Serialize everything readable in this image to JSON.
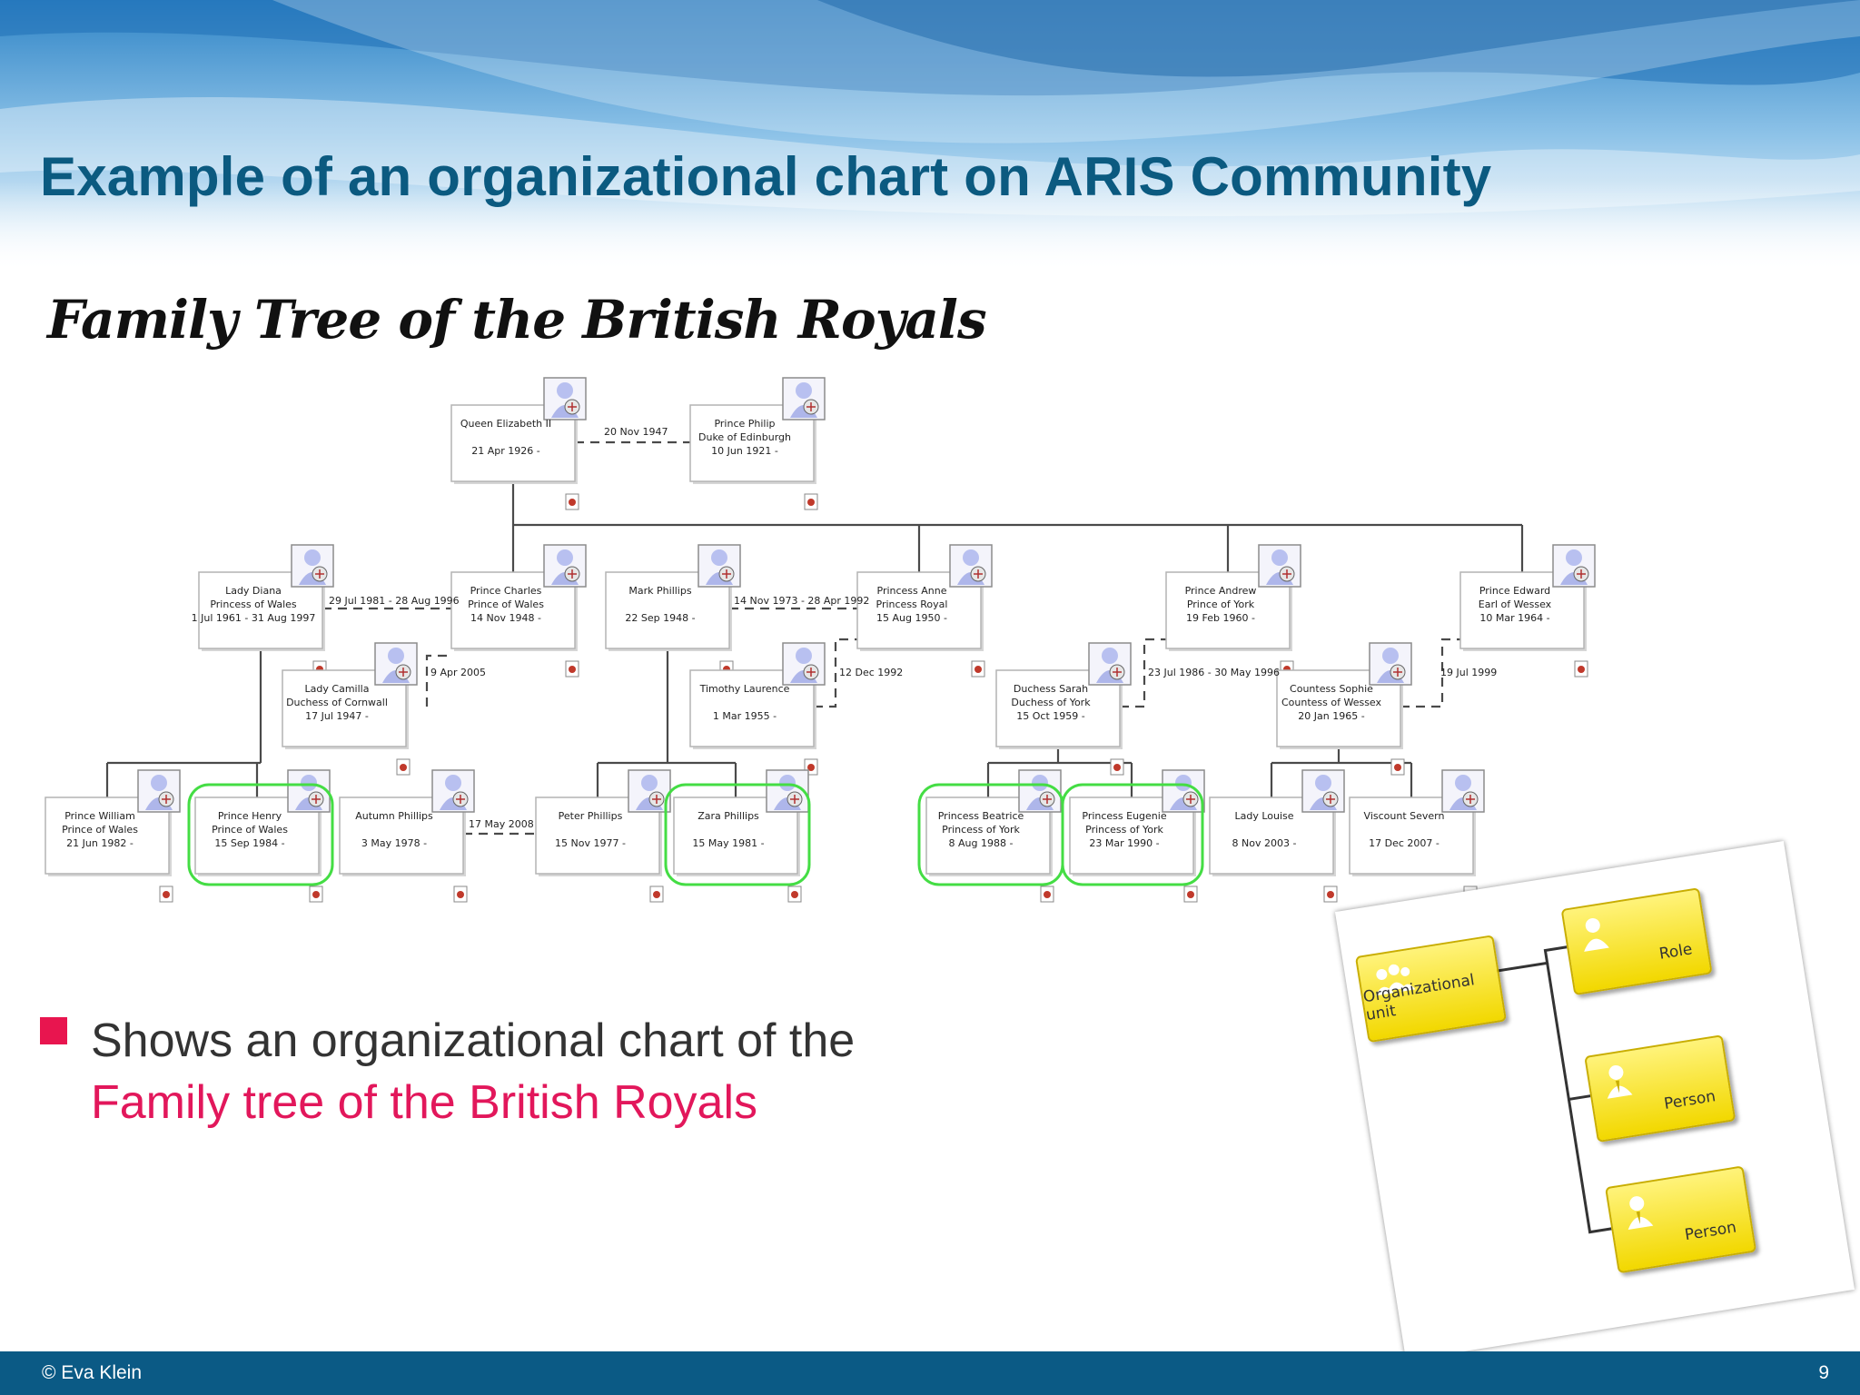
{
  "slide": {
    "title": "Example of an organizational chart on ARIS Community",
    "tree_title": "Family Tree of the British Royals",
    "bullet_line1": "Shows an organizational chart of the",
    "bullet_line2": "Family tree of the British Royals"
  },
  "colors": {
    "title": "#0b5a80",
    "bullet_accent": "#e8154f",
    "highlight": "#44dd44",
    "footer": "#0b5a85"
  },
  "tree": {
    "nodes": [
      {
        "id": "elizabeth",
        "lines": [
          "Queen Elizabeth II",
          "",
          "21 Apr 1926 -"
        ]
      },
      {
        "id": "philip",
        "lines": [
          "Prince Philip",
          "Duke of Edinburgh",
          "10 Jun 1921 -"
        ]
      },
      {
        "id": "diana",
        "lines": [
          "Lady Diana",
          "Princess of Wales",
          "1 Jul 1961 - 31 Aug 1997"
        ]
      },
      {
        "id": "charles",
        "lines": [
          "Prince Charles",
          "Prince of Wales",
          "14 Nov 1948 -"
        ]
      },
      {
        "id": "mark",
        "lines": [
          "Mark Phillips",
          "",
          "22 Sep 1948 -"
        ]
      },
      {
        "id": "anne",
        "lines": [
          "Princess Anne",
          "Princess Royal",
          "15 Aug 1950 -"
        ]
      },
      {
        "id": "andrew",
        "lines": [
          "Prince Andrew",
          "Prince of York",
          "19 Feb 1960 -"
        ]
      },
      {
        "id": "edward",
        "lines": [
          "Prince Edward",
          "Earl of Wessex",
          "10 Mar 1964 -"
        ]
      },
      {
        "id": "camilla",
        "lines": [
          "Lady Camilla",
          "Duchess of Cornwall",
          "17 Jul 1947 -"
        ]
      },
      {
        "id": "timothy",
        "lines": [
          "Timothy Laurence",
          "",
          "1 Mar 1955 -"
        ]
      },
      {
        "id": "sarah",
        "lines": [
          "Duchess Sarah",
          "Duchess of York",
          "15 Oct 1959 -"
        ]
      },
      {
        "id": "sophie",
        "lines": [
          "Countess Sophie",
          "Countess of Wessex",
          "20 Jan 1965 -"
        ]
      },
      {
        "id": "william",
        "lines": [
          "Prince William",
          "Prince of Wales",
          "21 Jun 1982 -"
        ]
      },
      {
        "id": "henry",
        "lines": [
          "Prince Henry",
          "Prince of Wales",
          "15 Sep 1984 -"
        ]
      },
      {
        "id": "autumn",
        "lines": [
          "Autumn Phillips",
          "",
          "3 May 1978 -"
        ]
      },
      {
        "id": "peter",
        "lines": [
          "Peter Phillips",
          "",
          "15 Nov 1977 -"
        ]
      },
      {
        "id": "zara",
        "lines": [
          "Zara Phillips",
          "",
          "15 May 1981 -"
        ]
      },
      {
        "id": "beatrice",
        "lines": [
          "Princess Beatrice",
          "Princess of York",
          "8 Aug 1988 -"
        ]
      },
      {
        "id": "eugenie",
        "lines": [
          "Princess Eugenie",
          "Princess of York",
          "23 Mar 1990 -"
        ]
      },
      {
        "id": "louise",
        "lines": [
          "Lady Louise",
          "",
          "8 Nov 2003 -"
        ]
      },
      {
        "id": "severn",
        "lines": [
          "Viscount Severn",
          "",
          "17 Dec 2007 -"
        ]
      }
    ],
    "marriage_dates": [
      "20 Nov 1947",
      "29 Jul 1981 - 28 Aug 1996",
      "14 Nov 1973 - 28 Apr 1992",
      "9 Apr 2005",
      "12 Dec 1992",
      "23 Jul 1986 - 30 May 1996",
      "19 Jul 1999",
      "17 May 2008"
    ],
    "highlighted": [
      "henry",
      "zara",
      "beatrice",
      "eugenie"
    ]
  },
  "legend": {
    "org_unit": "Organizational unit",
    "role": "Role",
    "person1": "Person",
    "person2": "Person"
  },
  "footer": {
    "copyright": "© Eva Klein",
    "page": "9"
  }
}
